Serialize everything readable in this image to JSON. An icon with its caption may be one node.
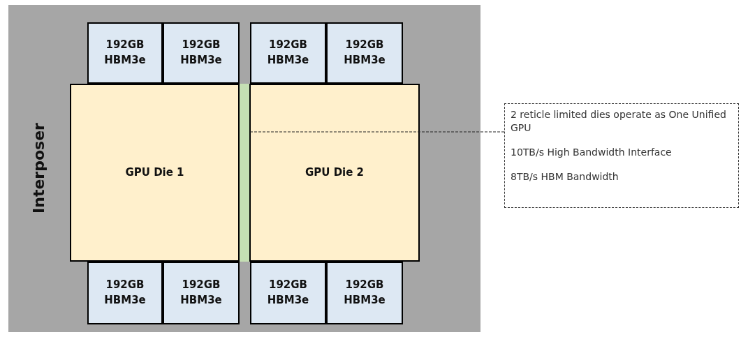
{
  "diagram": {
    "nodes": [
      {
        "text": [
          "Interposer"
        ]
      },
      {
        "text": [
          "192GB HBM3e"
        ],
        "in": 0
      },
      {
        "text": [
          "192GB HBM3e"
        ],
        "in": 0
      },
      {
        "text": [
          "192GB HBM3e"
        ],
        "in": 0
      },
      {
        "text": [
          "192GB HBM3e"
        ],
        "in": 0
      },
      {
        "text": [
          "GPU Die 1"
        ],
        "in": 0
      },
      {
        "text": [],
        "shape": "bar",
        "in": 0
      },
      {
        "text": [
          "GPU Die 2"
        ],
        "in": 0
      },
      {
        "text": [
          "192GB HBM3e"
        ],
        "in": 0
      },
      {
        "text": [
          "192GB HBM3e"
        ],
        "in": 0
      },
      {
        "text": [
          "192GB HBM3e"
        ],
        "in": 0
      },
      {
        "text": [
          "192GB HBM3e"
        ],
        "in": 0
      },
      {
        "text": [
          "2 reticle limited dies operate as One Unified GPU",
          "10TB/s High Bandwidth Interface",
          "8TB/s HBM Bandwidth"
        ]
      }
    ],
    "edges": [
      {
        "from": 12,
        "to": 6,
        "arrow": "none",
        "style": "dashed"
      }
    ]
  }
}
